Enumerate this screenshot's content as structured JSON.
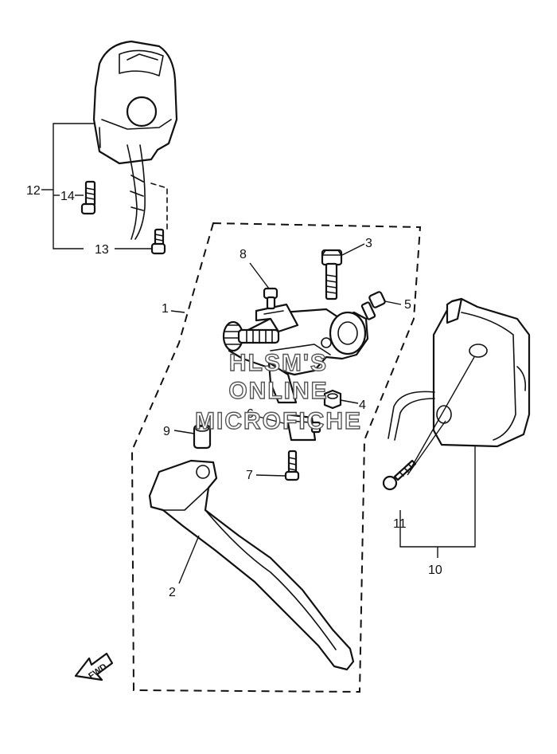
{
  "callouts": {
    "c1": "1",
    "c2": "2",
    "c3": "3",
    "c4": "4",
    "c5": "5",
    "c6": "6",
    "c7": "7",
    "c8": "8",
    "c9": "9",
    "c10": "10",
    "c11": "11",
    "c12": "12",
    "c13": "13",
    "c14": "14"
  },
  "fwd_arrow": {
    "label": "FWD"
  },
  "watermark": {
    "line1": "HLSM'S",
    "line2": "ONLINE",
    "line3": "MICROFICHE"
  }
}
